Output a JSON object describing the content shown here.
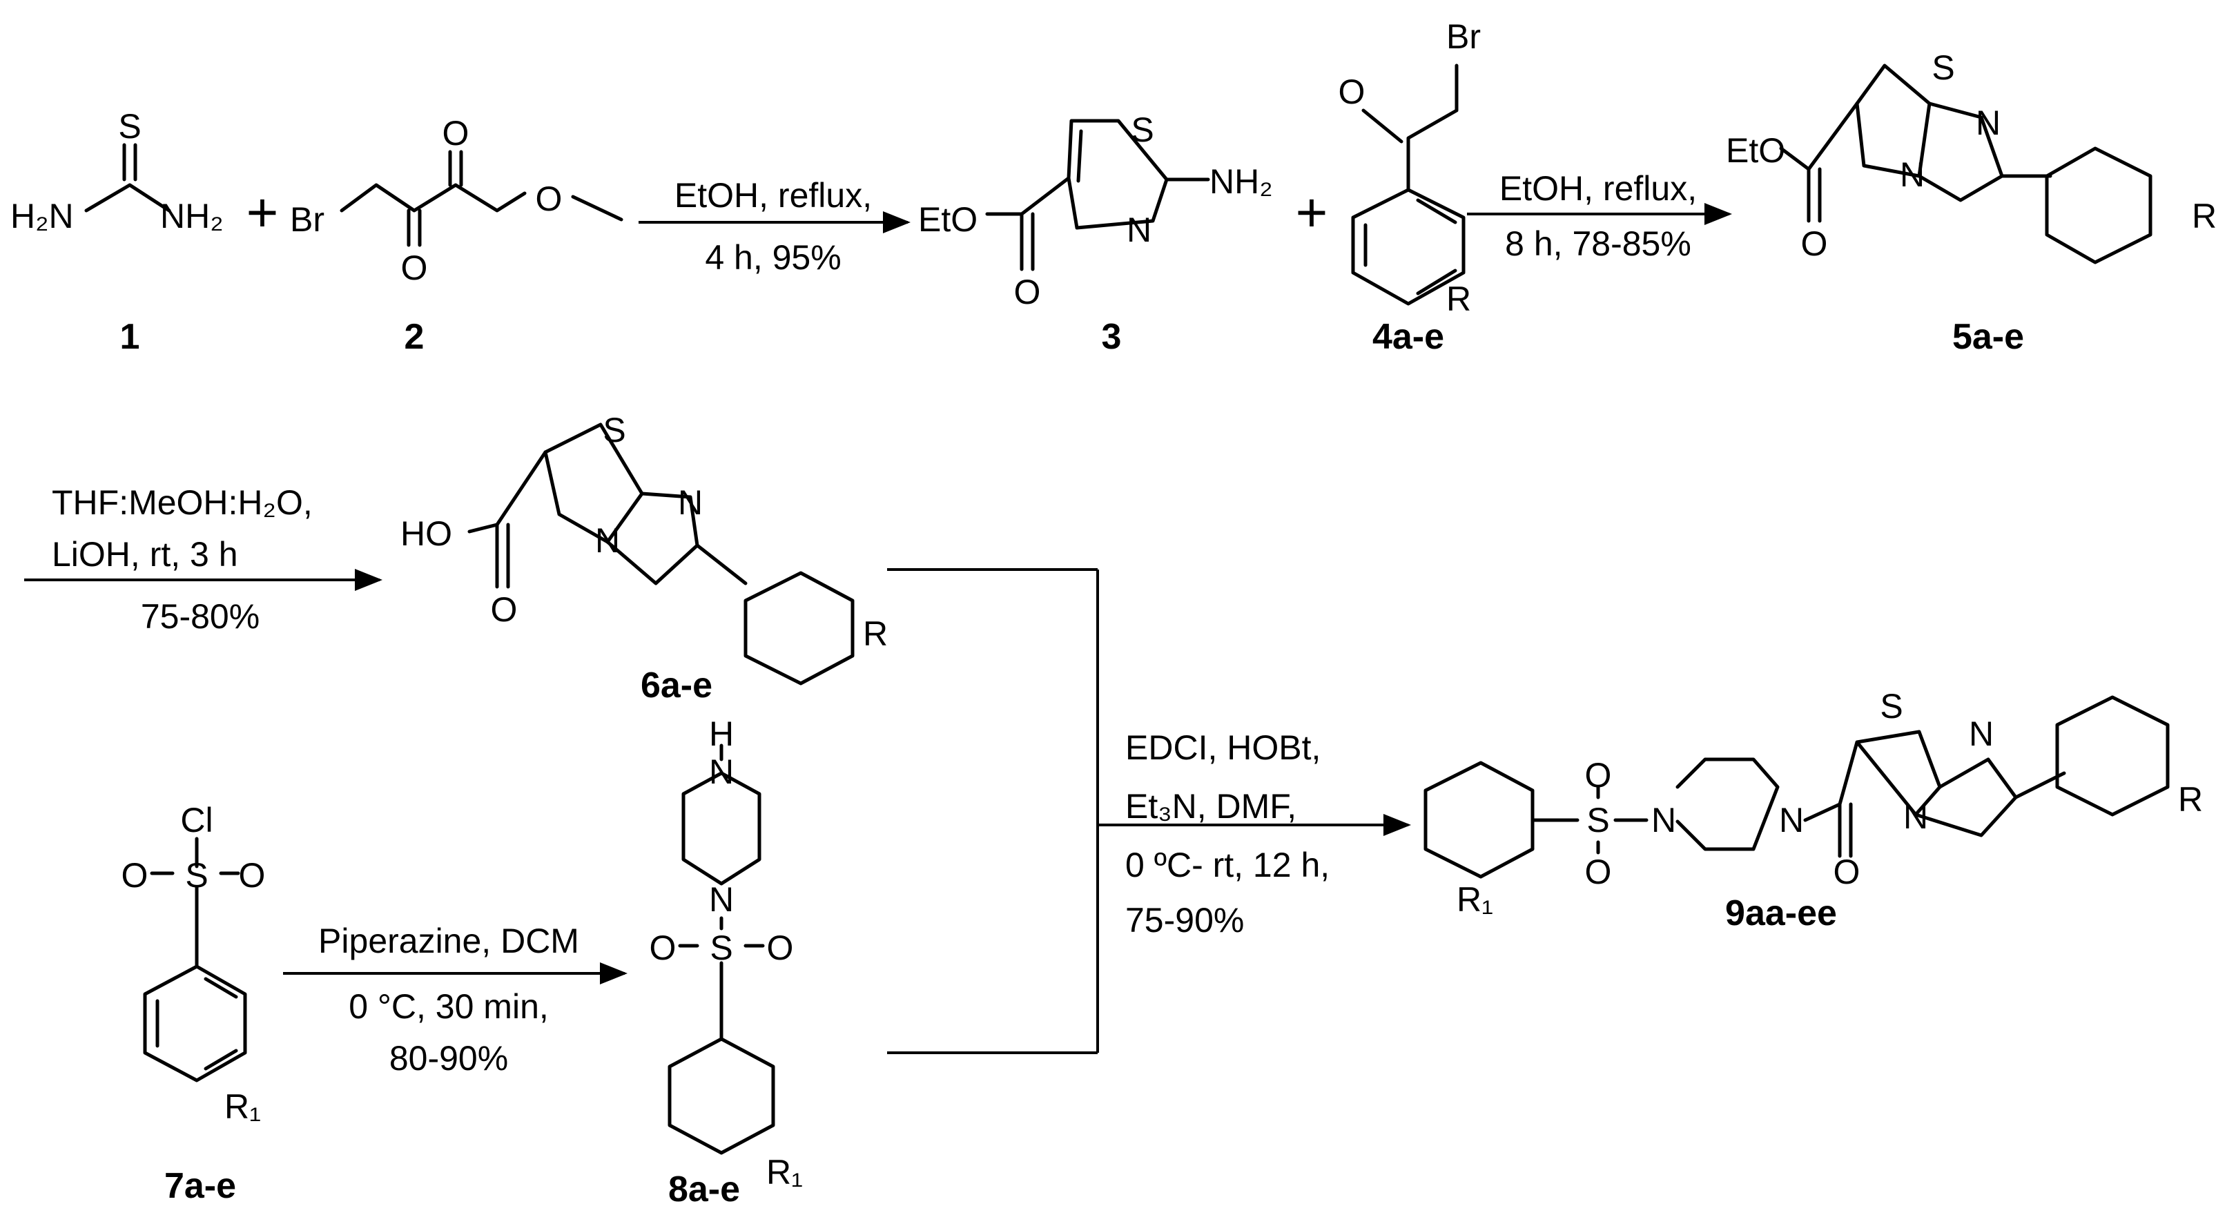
{
  "compounds": {
    "c1": "1",
    "c2": "2",
    "c3": "3",
    "c4": "4a-e",
    "c5": "5a-e",
    "c6": "6a-e",
    "c7": "7a-e",
    "c8": "8a-e",
    "c9": "9aa-ee"
  },
  "steps": {
    "s1": {
      "line1": "EtOH, reflux,",
      "line2": "4 h, 95%"
    },
    "s2": {
      "line1": "EtOH, reflux,",
      "line2": "8 h, 78-85%"
    },
    "s3": {
      "line1": "THF:MeOH:H₂O,",
      "line2": "LiOH, rt, 3 h",
      "line3": "75-80%"
    },
    "s4": {
      "line1": "Piperazine, DCM",
      "line2": "0 °C, 30 min,",
      "line3": "80-90%"
    },
    "s5": {
      "line1": "EDCI, HOBt,",
      "line2": "Et₃N, DMF,",
      "line3": "0 ºC- rt, 12 h,",
      "line4": "75-90%"
    }
  },
  "atoms": {
    "S": "S",
    "N": "N",
    "O": "O",
    "Br": "Br",
    "Cl": "Cl",
    "R": "R",
    "H": "H",
    "R1": "R₁",
    "H2N": "H₂N",
    "NH2": "NH₂",
    "EtO": "EtO",
    "HO": "HO"
  },
  "plus": "+"
}
